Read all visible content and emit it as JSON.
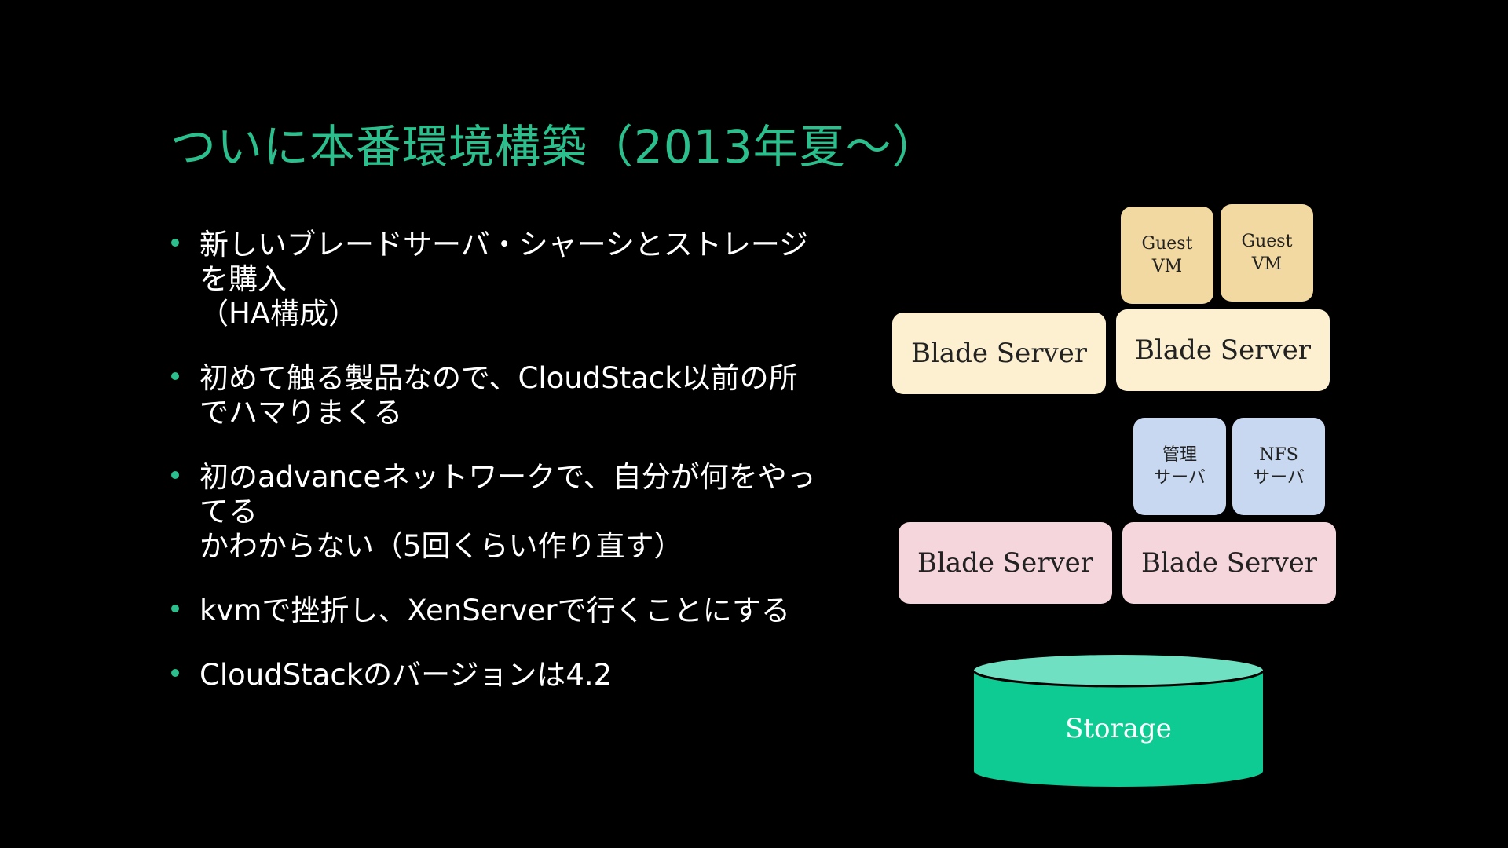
{
  "slide": {
    "title": "ついに本番環境構築（2013年夏～）",
    "accent_color": "#2bbf8e",
    "bullets": [
      {
        "lines": [
          "新しいブレードサーバ・シャーシとストレージを購入",
          "（HA構成）"
        ]
      },
      {
        "lines": [
          "初めて触る製品なので、CloudStack以前の所",
          "でハマりまくる"
        ]
      },
      {
        "lines": [
          "初のadvanceネットワークで、自分が何をやってる",
          "かわからない（5回くらい作り直す）"
        ]
      },
      {
        "lines": [
          "kvmで挫折し、XenServerで行くことにする"
        ]
      },
      {
        "lines": [
          "CloudStackのバージョンは4.2"
        ]
      }
    ]
  },
  "diagram": {
    "guest_vm_1": {
      "line1": "Guest",
      "line2": "VM"
    },
    "guest_vm_2": {
      "line1": "Guest",
      "line2": "VM"
    },
    "blade_top_left": "Blade Server",
    "blade_top_right": "Blade Server",
    "mgmt_server": {
      "line1": "管理",
      "line2": "サーバ"
    },
    "nfs_server": {
      "line1": "NFS",
      "line2": "サーバ"
    },
    "blade_bottom_left": "Blade Server",
    "blade_bottom_right": "Blade Server",
    "storage": "Storage",
    "colors": {
      "blade_yellow": "#fdf0d0",
      "guest_yellow": "#f2d9a1",
      "blade_pink": "#f6d6dd",
      "server_blue": "#c7d8f0",
      "storage_body": "#0ecb94",
      "storage_top": "#6fe0c2"
    }
  }
}
